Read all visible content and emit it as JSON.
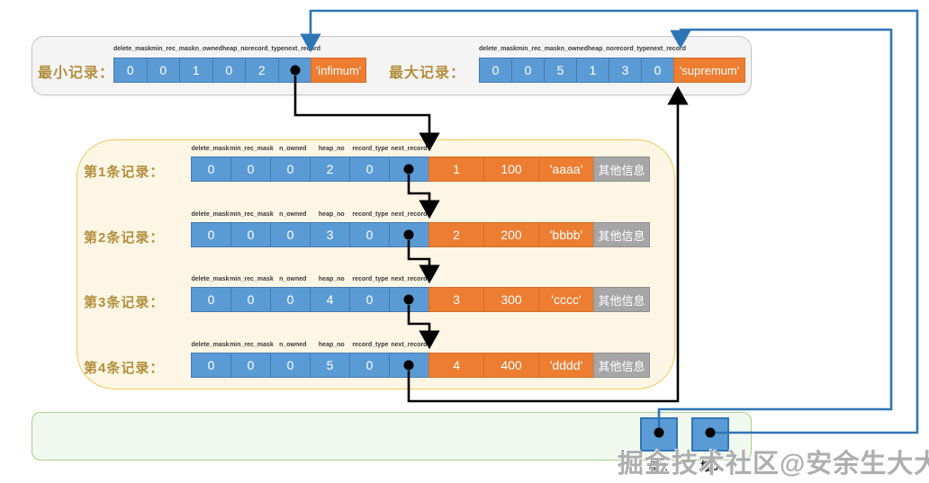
{
  "field_headers": [
    "delete_mask",
    "min_rec_mask",
    "n_owned",
    "heap_no",
    "record_type",
    "next_record"
  ],
  "top_section": {
    "min_record": {
      "label": "最小记录：",
      "values": [
        "0",
        "0",
        "1",
        "0",
        "2"
      ],
      "tail": "'infimum'"
    },
    "max_record": {
      "label": "最大记录：",
      "values": [
        "0",
        "0",
        "5",
        "1",
        "3",
        "0"
      ],
      "tail": "'supremum'"
    }
  },
  "records": {
    "rows": [
      {
        "label": "第1条记录：",
        "fields": [
          "0",
          "0",
          "0",
          "2",
          "0"
        ],
        "data": [
          "1",
          "100",
          "'aaaa'"
        ],
        "extra": "其他信息"
      },
      {
        "label": "第2条记录：",
        "fields": [
          "0",
          "0",
          "0",
          "3",
          "0"
        ],
        "data": [
          "2",
          "200",
          "'bbbb'"
        ],
        "extra": "其他信息"
      },
      {
        "label": "第3条记录：",
        "fields": [
          "0",
          "0",
          "0",
          "4",
          "0"
        ],
        "data": [
          "3",
          "300",
          "'cccc'"
        ],
        "extra": "其他信息"
      },
      {
        "label": "第4条记录：",
        "fields": [
          "0",
          "0",
          "0",
          "5",
          "0"
        ],
        "data": [
          "4",
          "400",
          "'dddd'"
        ],
        "extra": "其他信息"
      }
    ]
  },
  "slots": [
    {
      "label": "槽1"
    },
    {
      "label": "槽0"
    }
  ],
  "watermark": "掘金技术社区@安余生大大",
  "colors": {
    "cell_blue": "#5b9bd5",
    "cell_orange": "#ed7d31",
    "cell_gray": "#a6a6a6",
    "arrow_blue": "#2e75b6",
    "arrow_black": "#000000",
    "label_gold": "#b28e3c"
  }
}
